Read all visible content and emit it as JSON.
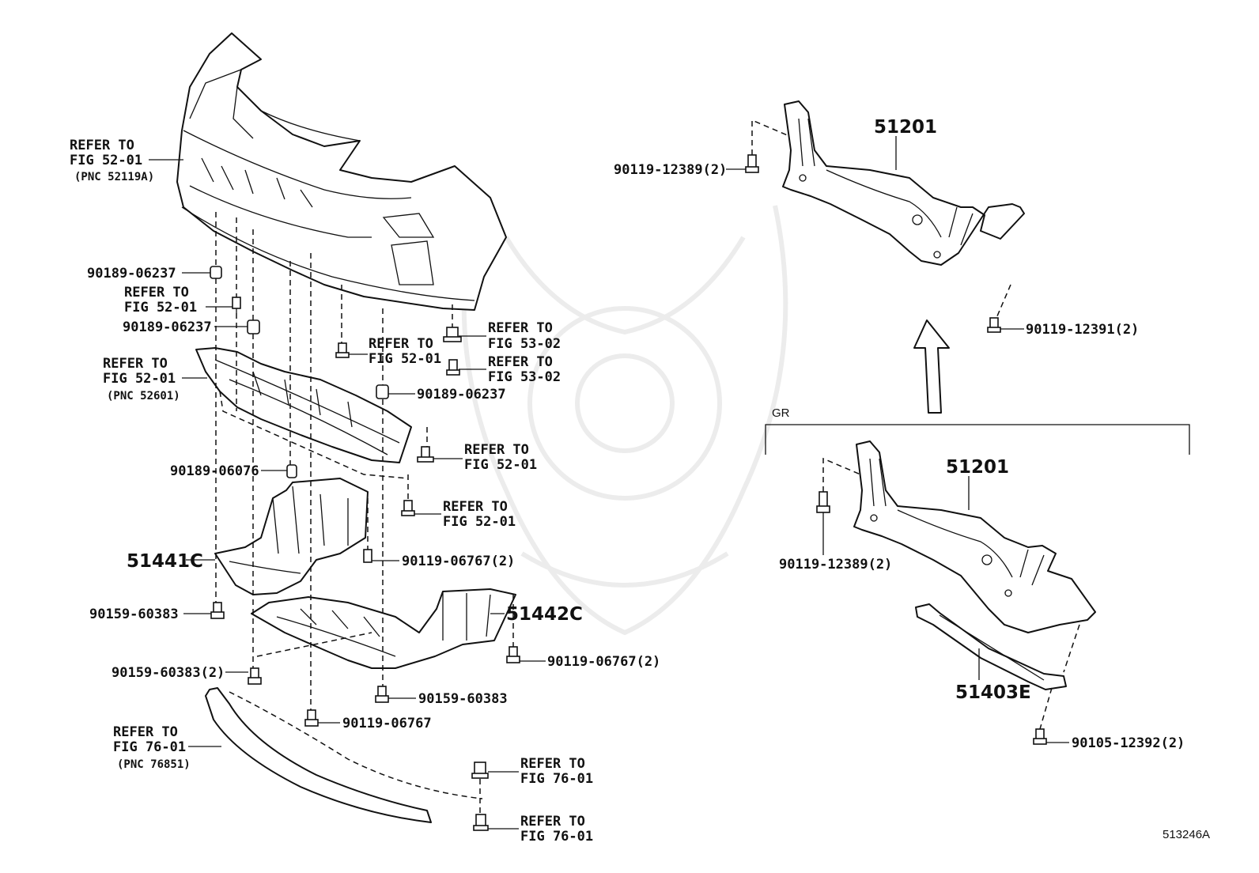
{
  "diagram": {
    "reference_id": "513246A",
    "group_label": "GR",
    "labels": {
      "refer_52_01_bumper": [
        "REFER TO",
        "FIG 52-01",
        "(PNC 52119A)"
      ],
      "p_90189_06237_a": "90189-06237",
      "refer_52_01_b": [
        "REFER TO",
        "FIG 52-01"
      ],
      "p_90189_06237_b": "90189-06237",
      "refer_52_01_reinf": [
        "REFER TO",
        "FIG 52-01",
        "(PNC 52601)"
      ],
      "refer_52_01_c": [
        "REFER TO",
        "FIG 52-01"
      ],
      "refer_53_02_a": [
        "REFER TO",
        "FIG 53-02"
      ],
      "refer_53_02_b": [
        "REFER TO",
        "FIG 53-02"
      ],
      "p_90189_06237_c": "90189-06237",
      "refer_52_01_d": [
        "REFER TO",
        "FIG 52-01"
      ],
      "p_90189_06076": "90189-06076",
      "refer_52_01_e": [
        "REFER TO",
        "FIG 52-01"
      ],
      "p_51441C": "51441C",
      "p_90119_06767_2_a": "90119-06767(2)",
      "p_90159_60383_a": "90159-60383",
      "p_51442C": "51442C",
      "p_90119_06767_2_b": "90119-06767(2)",
      "p_90159_60383_2": "90159-60383(2)",
      "p_90159_60383_b": "90159-60383",
      "p_90119_06767": "90119-06767",
      "refer_76_01_spoiler": [
        "REFER TO",
        "FIG 76-01",
        "(PNC 76851)"
      ],
      "refer_76_01_a": [
        "REFER TO",
        "FIG 76-01"
      ],
      "refer_76_01_b": [
        "REFER TO",
        "FIG 76-01"
      ],
      "p_51201_top": "51201",
      "p_90119_12389_2_top": "90119-12389(2)",
      "p_90119_12391_2": "90119-12391(2)",
      "p_51201_gr": "51201",
      "p_90119_12389_2_gr": "90119-12389(2)",
      "p_51403E": "51403E",
      "p_90105_12392_2": "90105-12392(2)"
    }
  }
}
